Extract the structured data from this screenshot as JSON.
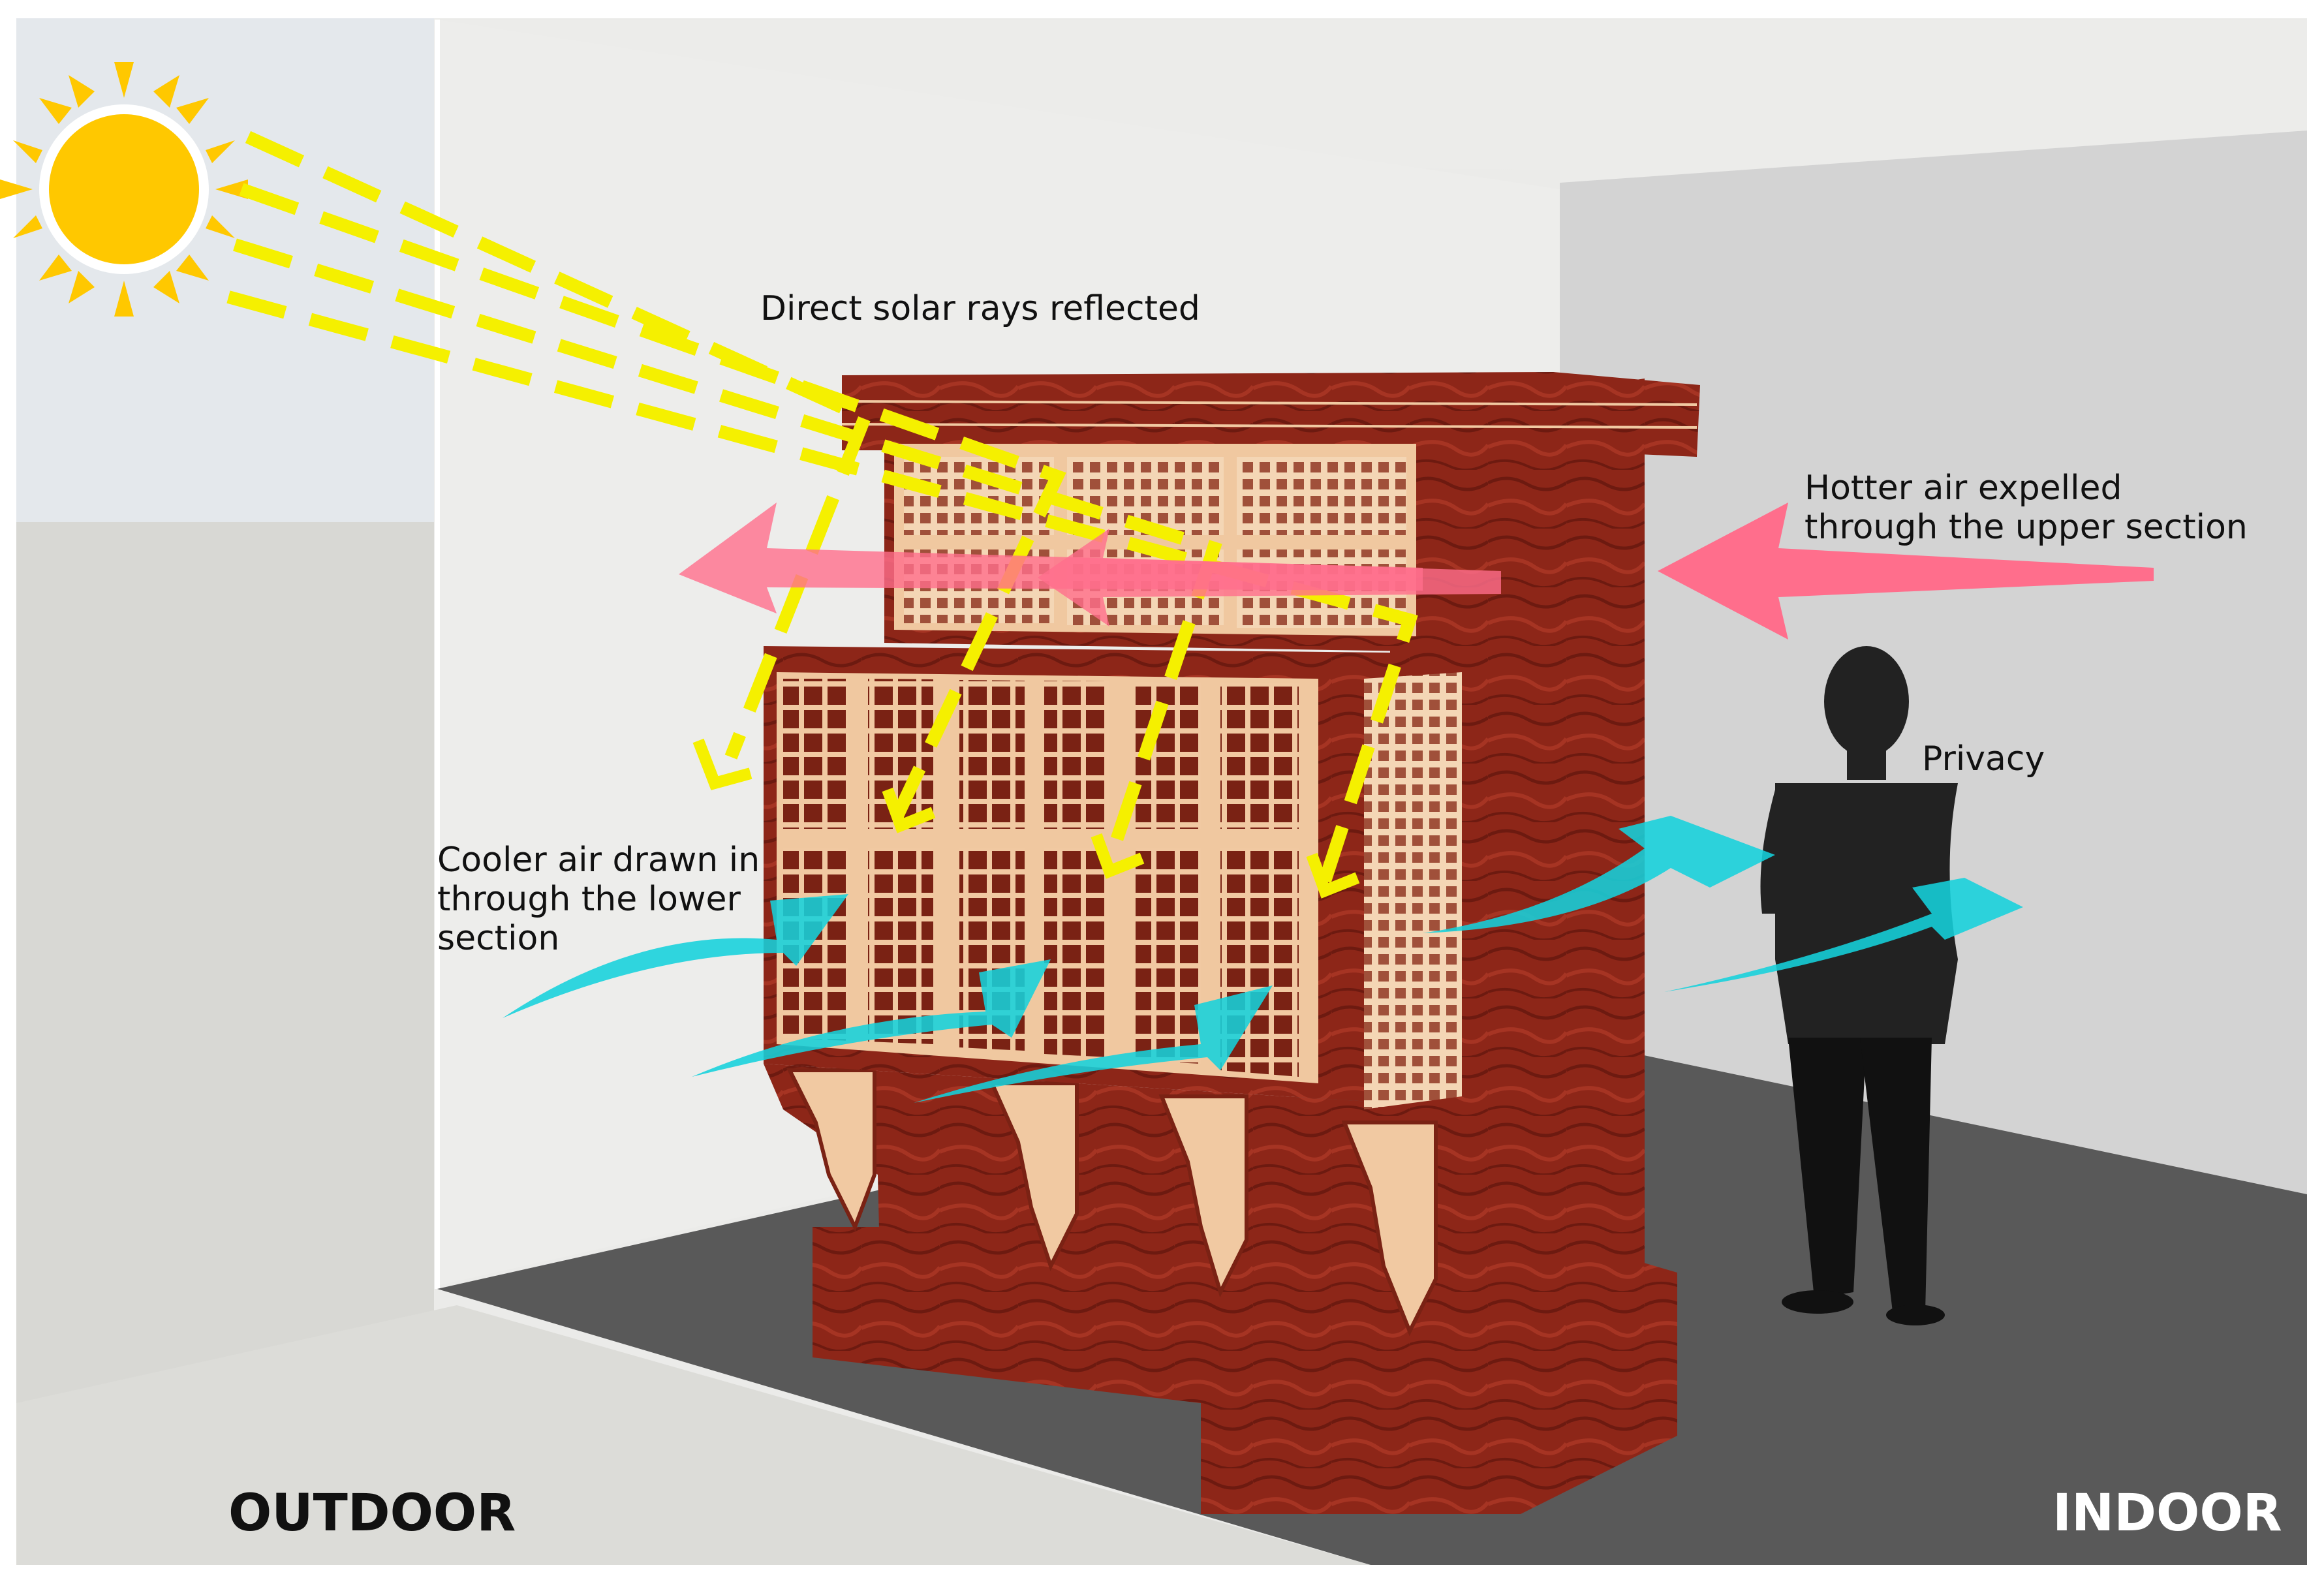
{
  "labels": {
    "solar": "Direct solar rays reflected",
    "hot_line1": "Hotter air expelled",
    "hot_line2": "through the upper section",
    "privacy": "Privacy",
    "cool_line1": "Cooler air drawn in",
    "cool_line2": "through the lower",
    "cool_line3": "section",
    "outdoor": "OUTDOOR",
    "indoor": "INDOOR"
  },
  "colors": {
    "sun": "#FFC800",
    "solar_rays": "#F5F000",
    "hot_air": "#FF6E8C",
    "cool_air": "#14D2DC",
    "wood": "#8B2417",
    "lattice": "#F0C8A0",
    "floor_indoor": "#5A5A5A",
    "floor_outdoor": "#DCDCD8",
    "person": "#222222"
  },
  "icons": {
    "sun": "sun-icon",
    "person": "person-silhouette-icon"
  }
}
